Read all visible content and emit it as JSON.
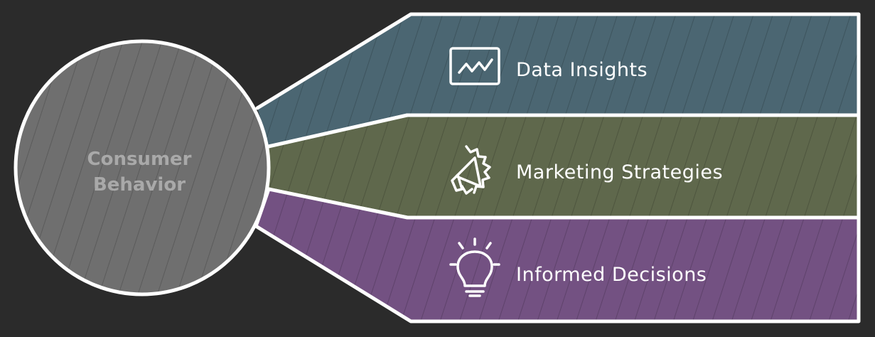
{
  "center": {
    "line1": "Consumer",
    "line2": "Behavior",
    "color": "#6f6f6f"
  },
  "bands": [
    {
      "label": "Data Insights",
      "icon": "line-chart-icon",
      "color": "#4b6672"
    },
    {
      "label": "Marketing Strategies",
      "icon": "megaphone-icon",
      "color": "#5f684c"
    },
    {
      "label": "Informed Decisions",
      "icon": "lightbulb-icon",
      "color": "#735182"
    }
  ],
  "colors": {
    "background": "#2b2b2b",
    "outline": "#ffffff",
    "center_text": "#a9a9a9"
  }
}
